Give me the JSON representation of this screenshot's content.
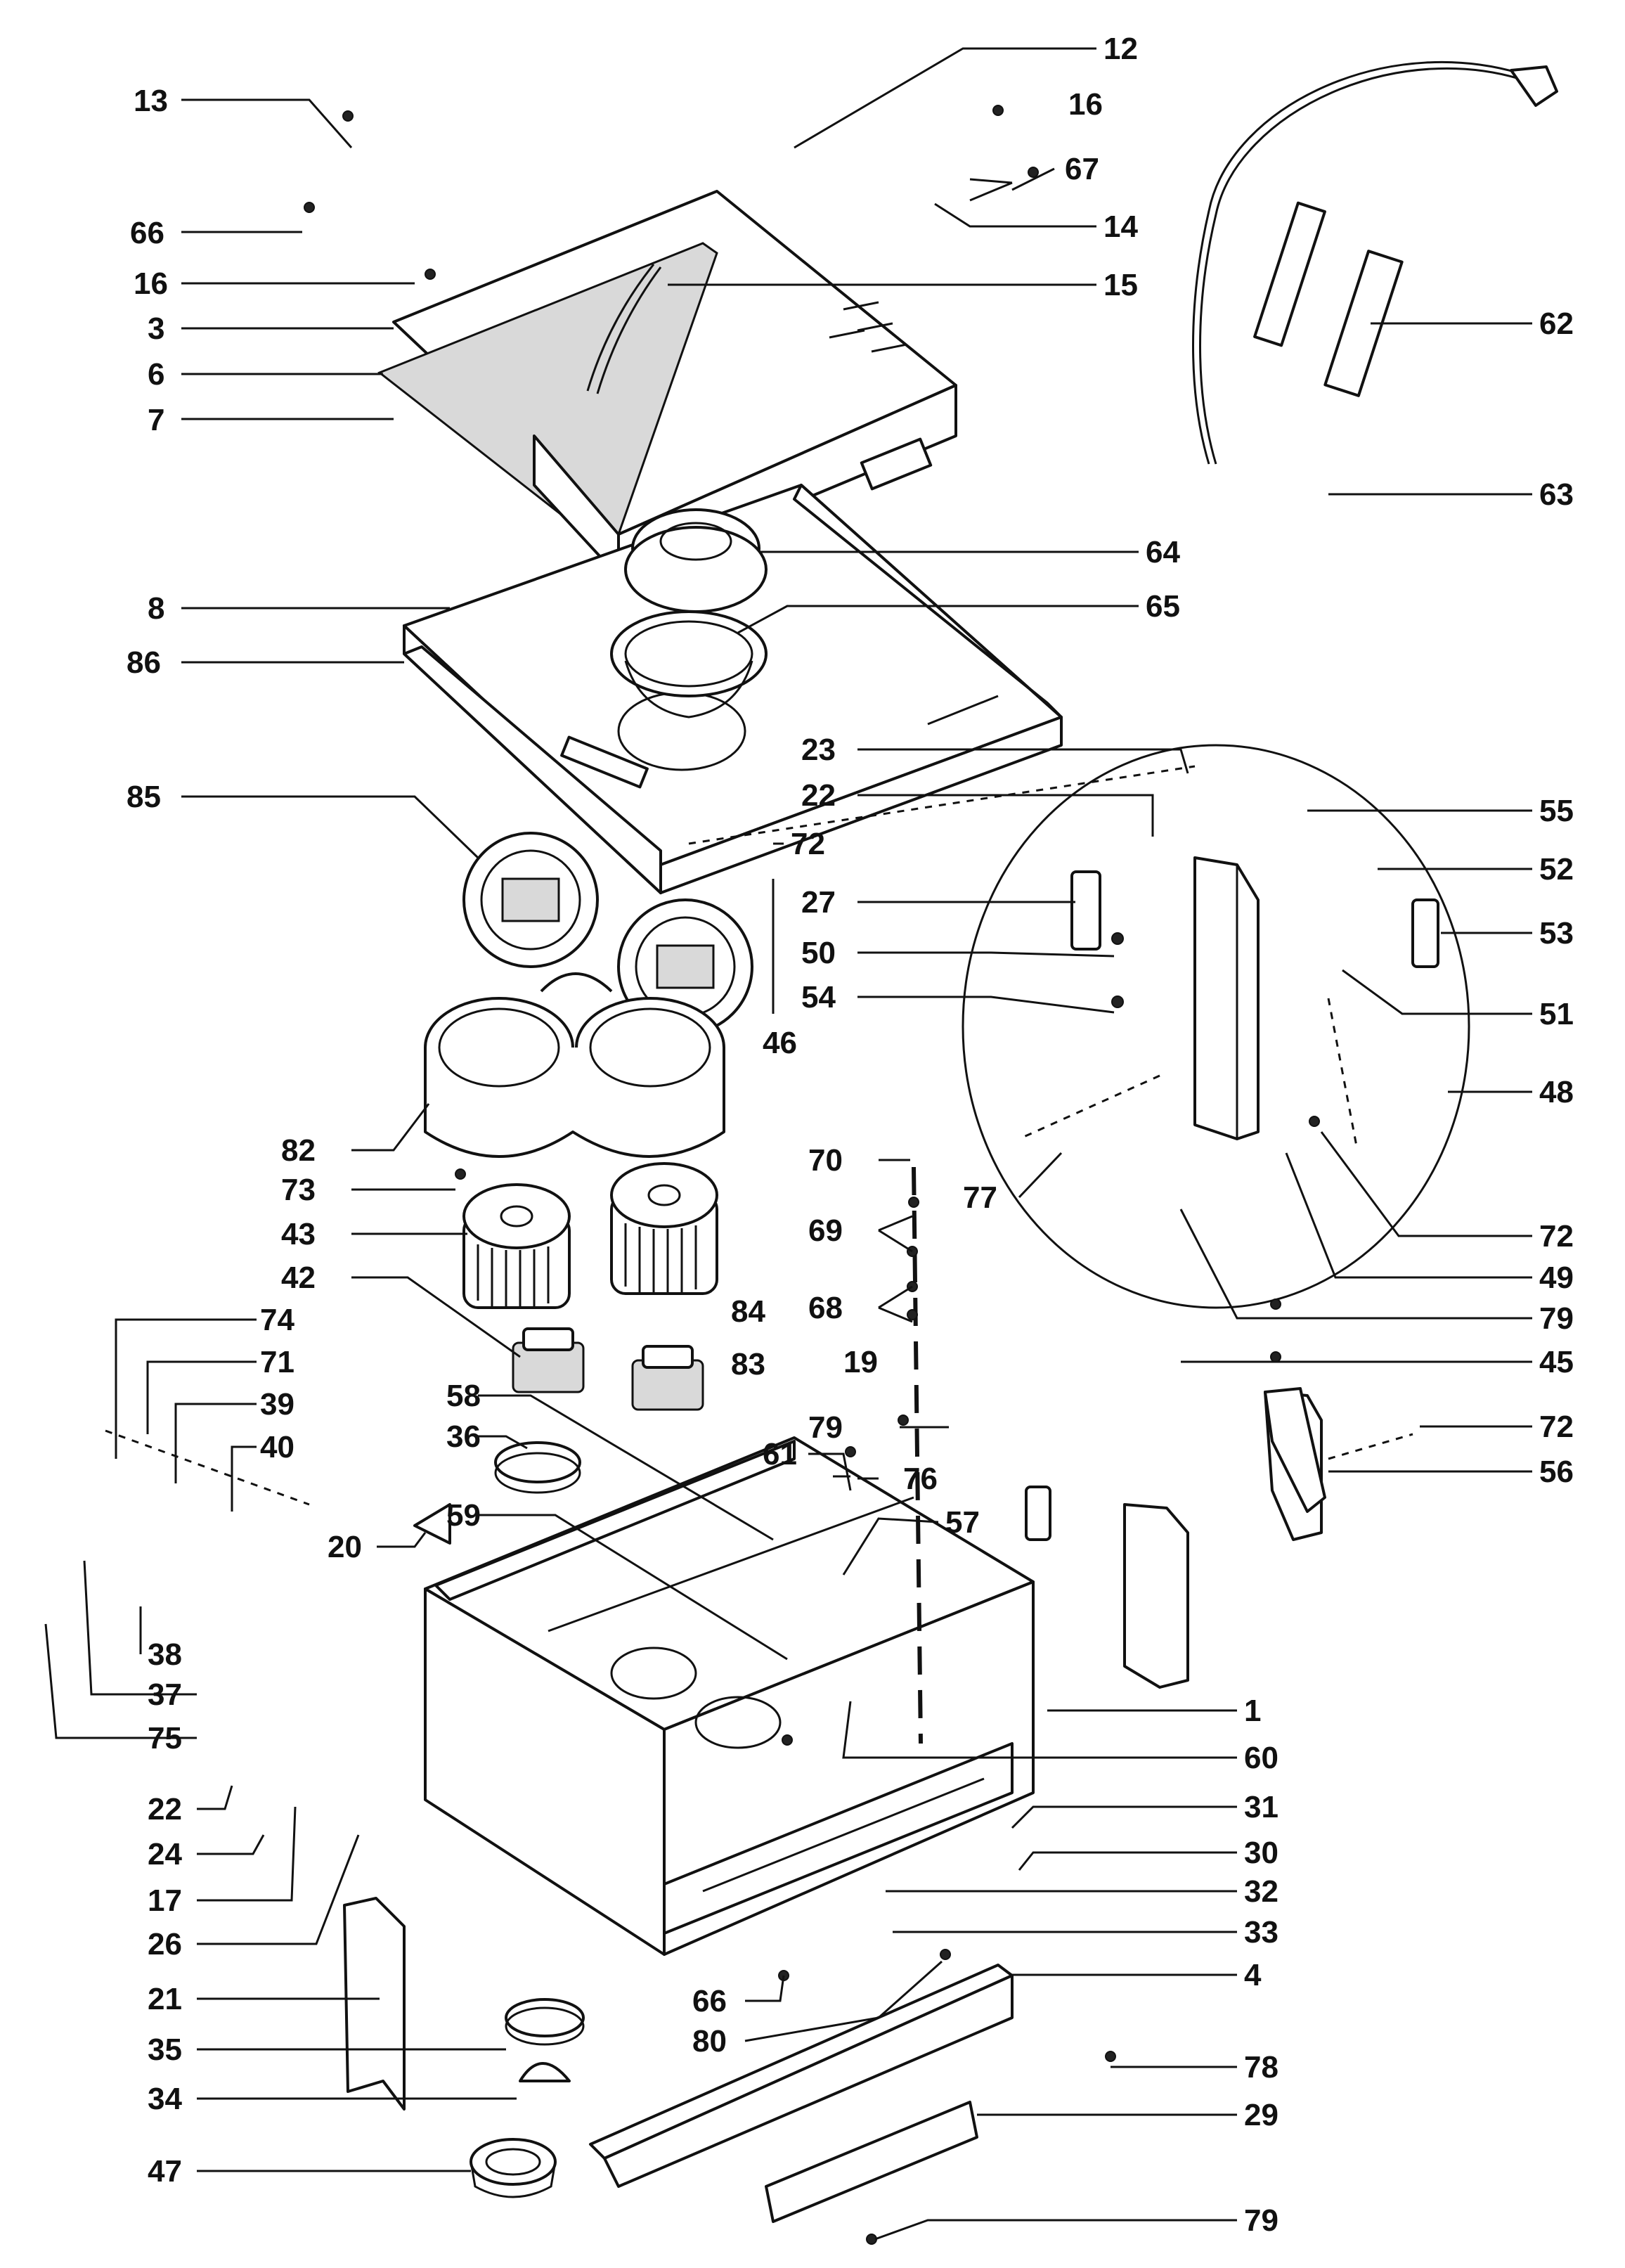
{
  "labels": [
    "13",
    "66",
    "16",
    "3",
    "6",
    "7",
    "8",
    "86",
    "85",
    "82",
    "73",
    "43",
    "42",
    "74",
    "71",
    "39",
    "40",
    "58",
    "36",
    "20",
    "59",
    "38",
    "37",
    "75",
    "22",
    "24",
    "17",
    "26",
    "21",
    "35",
    "34",
    "47",
    "12",
    "16",
    "67",
    "14",
    "15",
    "62",
    "63",
    "64",
    "65",
    "23",
    "22",
    "72",
    "27",
    "50",
    "54",
    "46",
    "55",
    "52",
    "53",
    "51",
    "48",
    "72",
    "49",
    "79",
    "77",
    "70",
    "69",
    "68",
    "19",
    "79",
    "76",
    "61",
    "57",
    "45",
    "72",
    "56",
    "84",
    "83",
    "1",
    "60",
    "31",
    "30",
    "32",
    "33",
    "4",
    "66",
    "80",
    "78",
    "29",
    "79"
  ]
}
